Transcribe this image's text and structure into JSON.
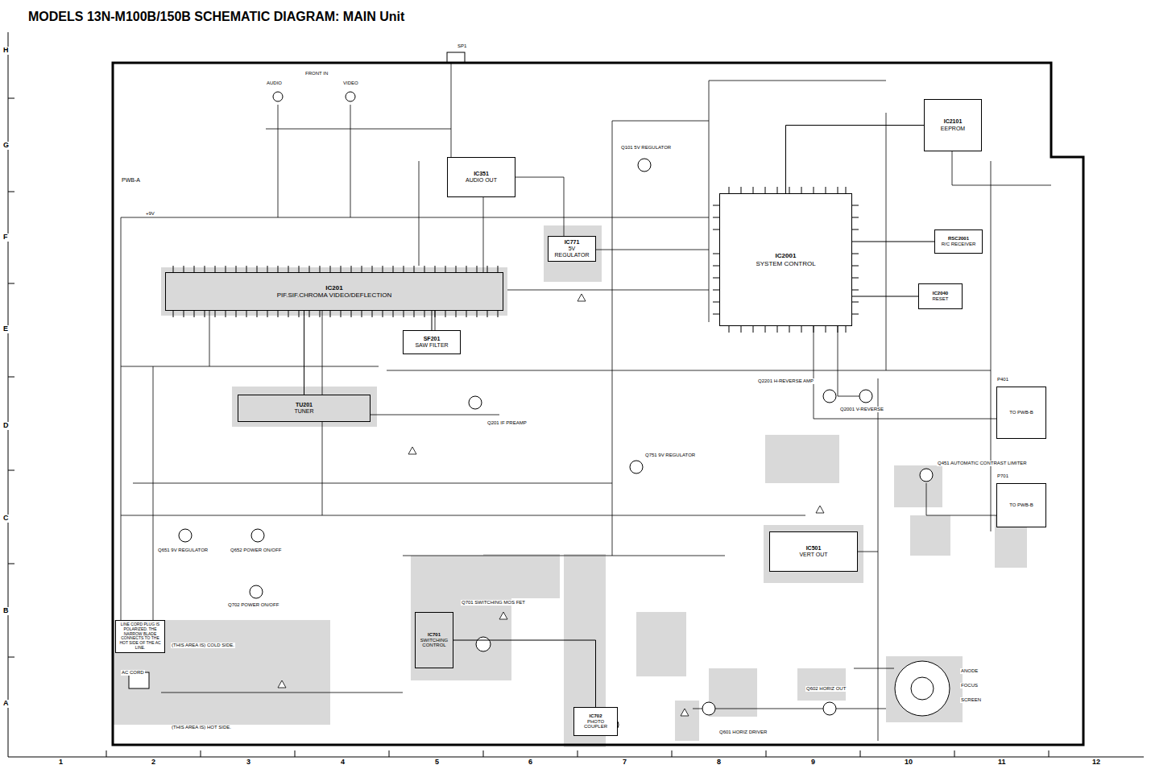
{
  "diagram": {
    "title": "MODELS 13N-M100B/150B SCHEMATIC DIAGRAM: MAIN Unit",
    "nodes": [
      {
        "text": [
          "IC351",
          "AUDIO OUT"
        ]
      },
      {
        "text": [
          "IC201",
          "PIF.SIF.CHROMA VIDEO/DEFLECTION"
        ]
      },
      {
        "text": [
          "SF201",
          "SAW FILTER"
        ]
      },
      {
        "text": [
          "IC771",
          "5V REGULATOR"
        ]
      },
      {
        "text": [
          "IC2001",
          "SYSTEM CONTROL"
        ]
      },
      {
        "text": [
          "IC2101",
          "EEPROM"
        ]
      },
      {
        "text": [
          "RSC2001",
          "R/C RECEIVER"
        ]
      },
      {
        "text": [
          "IC2040",
          "RESET"
        ]
      },
      {
        "text": [
          "TU201",
          "TUNER"
        ]
      },
      {
        "text": [
          "IC501",
          "VERT OUT"
        ]
      },
      {
        "text": [
          "IC701",
          "SWITCHING CONTROL"
        ]
      },
      {
        "text": [
          "IC702",
          "PHOTO COUPLER"
        ]
      },
      {
        "text": [
          "TO PWB-B"
        ]
      },
      {
        "text": [
          "TO PWB-B"
        ]
      },
      {
        "text": [
          "LINE CORD PLUG IS POLARIZED. THE NARROW BLADE CONNECTS TO THE HOT SIDE OF THE AC LINE."
        ]
      }
    ],
    "edges": [
      {
        "from": 1,
        "to": 2,
        "arrow": "none"
      },
      {
        "from": 1,
        "to": 8,
        "arrow": "none"
      },
      {
        "from": 4,
        "to": 5,
        "arrow": "none"
      },
      {
        "from": 4,
        "to": 6,
        "arrow": "none"
      },
      {
        "from": 4,
        "to": 7,
        "arrow": "none"
      },
      {
        "from": 10,
        "to": 11,
        "arrow": "none"
      }
    ],
    "labels": [
      "H",
      "G",
      "F",
      "E",
      "D",
      "C",
      "B",
      "A",
      "1",
      "2",
      "3",
      "4",
      "5",
      "6",
      "7",
      "8",
      "9",
      "10",
      "11",
      "12",
      "PWB-A",
      "SP1",
      "FRONT IN",
      "AUDIO",
      "VIDEO",
      "Q101 5V REGULATOR",
      "Q201 IF PREAMP",
      "Q751 9V REGULATOR",
      "Q651 9V REGULATOR",
      "Q652 POWER ON/OFF",
      "Q702 POWER ON/OFF",
      "Q701 SWITCHING MOS FET",
      "Q2201 H-REVERSE AMP",
      "Q2001 V-REVERSE",
      "Q451 AUTOMATIC CONTRAST LIMITER",
      "Q601 HORIZ DRIVER",
      "Q602 HORIZ OUT",
      "ANODE",
      "FOCUS",
      "SCREEN",
      "(THIS AREA IS) COLD SIDE.",
      "(THIS AREA IS) HOT SIDE.",
      "AC CORD",
      "P401",
      "P701",
      "+9V"
    ]
  }
}
